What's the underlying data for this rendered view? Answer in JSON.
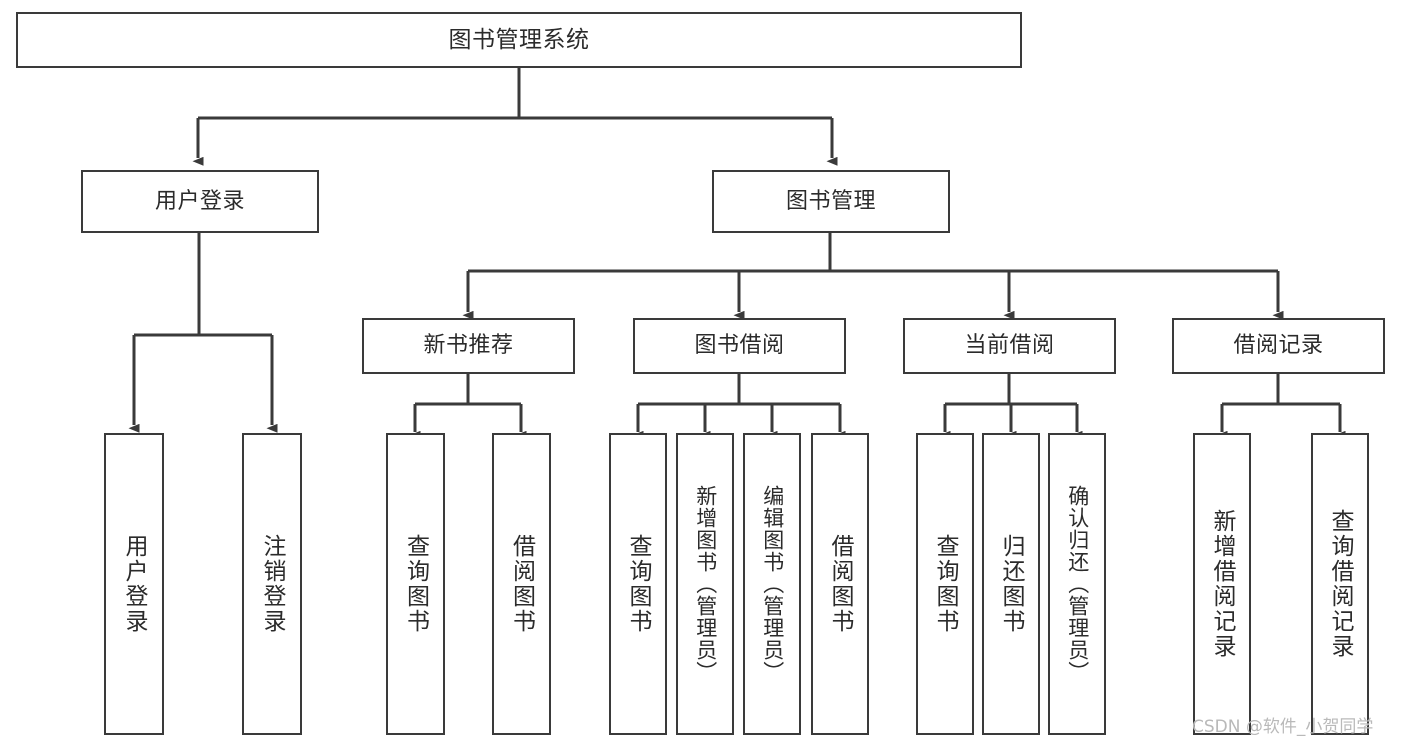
{
  "diagram": {
    "title": "图书管理系统",
    "type": "tree-hierarchy-diagram",
    "style": {
      "box_border_color": "#3a3a3a",
      "box_fill_color": "#ffffff",
      "edge_color": "#3a3a3a",
      "text_color": "#2b2b2b",
      "background_color": "#ffffff",
      "watermark_color": "#b9b9b9"
    },
    "watermark": "CSDN @软件_小贺同学",
    "nodes": {
      "root": {
        "label": "图书管理系统"
      },
      "level1": [
        {
          "id": "user-login",
          "label": "用户登录"
        },
        {
          "id": "book-management",
          "label": "图书管理"
        }
      ],
      "level2": [
        {
          "id": "new-book-recommend",
          "label": "新书推荐"
        },
        {
          "id": "book-borrow",
          "label": "图书借阅"
        },
        {
          "id": "current-borrow",
          "label": "当前借阅"
        },
        {
          "id": "borrow-record",
          "label": "借阅记录"
        }
      ],
      "leaves": {
        "user-login": [
          {
            "id": "leaf-user-login",
            "label": "用户登录"
          },
          {
            "id": "leaf-user-logout",
            "label": "注销登录"
          }
        ],
        "new-book-recommend": [
          {
            "id": "leaf-query-book-1",
            "label": "查询图书"
          },
          {
            "id": "leaf-borrow-book-1",
            "label": "借阅图书"
          }
        ],
        "book-borrow": [
          {
            "id": "leaf-query-book-2",
            "label": "查询图书"
          },
          {
            "id": "leaf-add-book",
            "label": "新增图书（管理员）"
          },
          {
            "id": "leaf-edit-book",
            "label": "编辑图书（管理员）"
          },
          {
            "id": "leaf-borrow-book-2",
            "label": "借阅图书"
          }
        ],
        "current-borrow": [
          {
            "id": "leaf-query-book-3",
            "label": "查询图书"
          },
          {
            "id": "leaf-return-book",
            "label": "归还图书"
          },
          {
            "id": "leaf-confirm-return",
            "label": "确认归还（管理员）"
          }
        ],
        "borrow-record": [
          {
            "id": "leaf-add-record",
            "label": "新增借阅记录"
          },
          {
            "id": "leaf-query-record",
            "label": "查询借阅记录"
          }
        ]
      }
    }
  }
}
